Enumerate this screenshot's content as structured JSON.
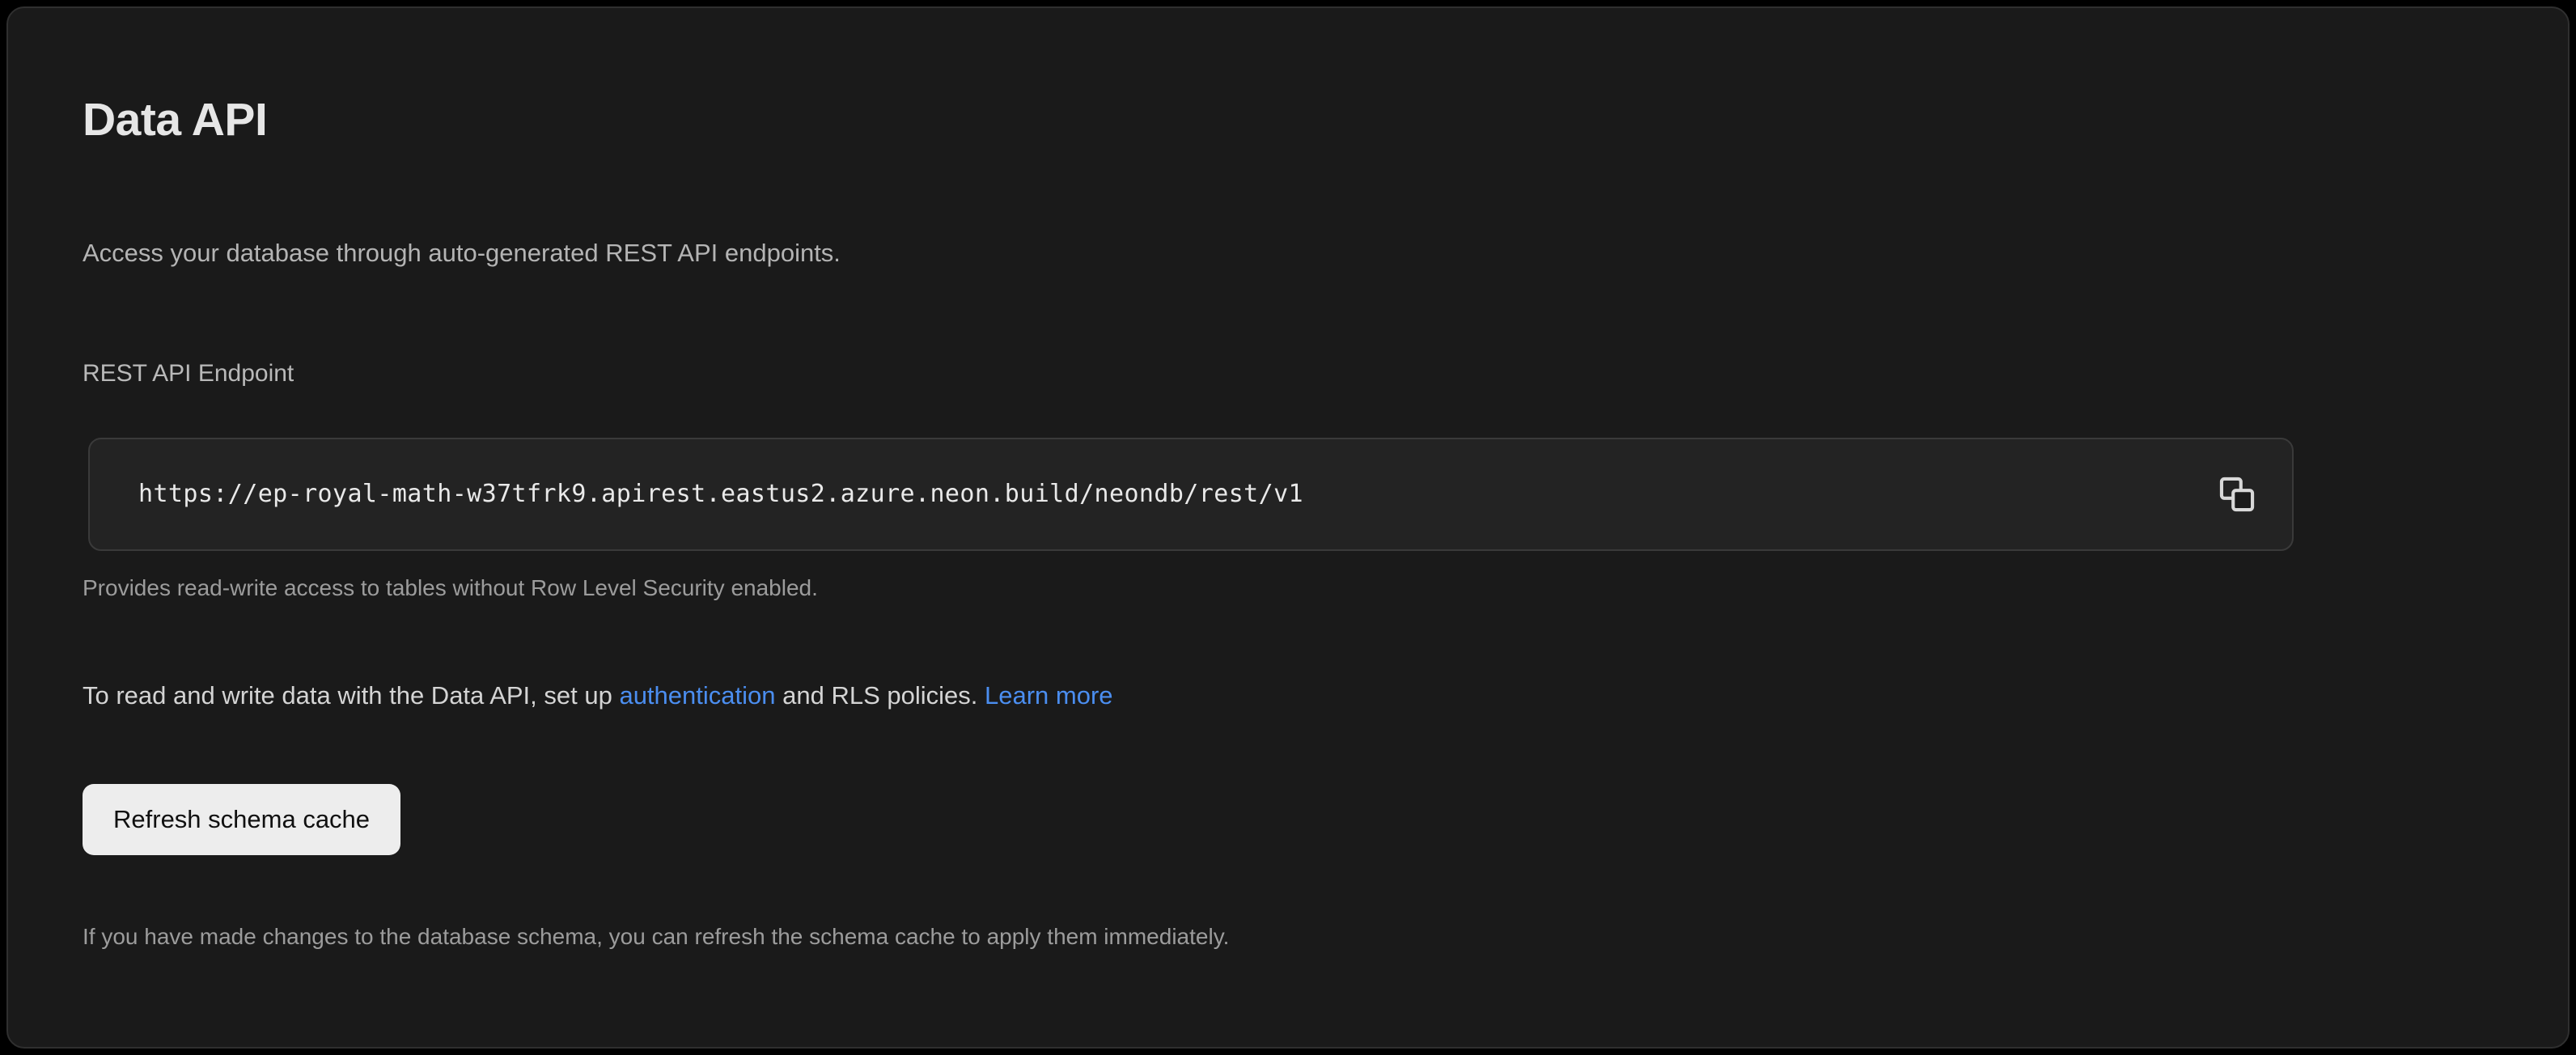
{
  "card": {
    "title": "Data API",
    "subtitle": "Access your database through auto-generated REST API endpoints.",
    "endpoint_field": {
      "label": "REST API Endpoint",
      "value": "https://ep-royal-math-w37tfrk9.apirest.eastus2.azure.neon.build/neondb/rest/v1",
      "copy_icon": "copy-icon",
      "helper_text": "Provides read-write access to tables without Row Level Security enabled."
    },
    "info_paragraph": {
      "prefix": "To read and write data with the Data API, set up ",
      "link_authentication": "authentication",
      "middle": " and RLS policies. ",
      "link_learn_more": "Learn more"
    },
    "refresh_button": {
      "label": "Refresh schema cache"
    },
    "bottom_helper_text": "If you have made changes to the database schema, you can refresh the schema cache to apply them immediately."
  },
  "colors": {
    "page_background": "#000000",
    "card_background": "#1a1a1a",
    "card_border": "#2f2f2f",
    "input_background": "#232323",
    "input_border": "#3a3a3a",
    "link_blue": "#4b8ef0",
    "button_background": "#ededed",
    "button_text": "#101010",
    "title_text": "#e6e6e6",
    "muted_text": "#9c9c9c"
  }
}
